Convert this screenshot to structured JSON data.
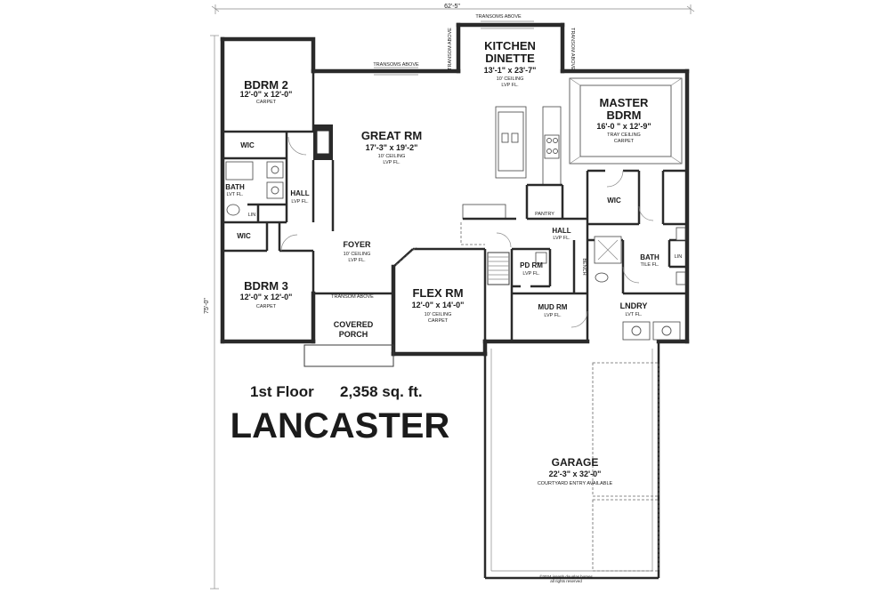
{
  "dims": {
    "width": "62'-5\"",
    "depth": "75'-0\""
  },
  "notes": {
    "transoms_above_top": "TRANSOMS ABOVE",
    "transoms_above_mid": "TRANSOMS ABOVE",
    "transom_above_left": "TRANSOM ABOVE",
    "transom_above_right": "TRANSOM ABOVE",
    "transom_above_foyer": "TRANSOM ABOVE",
    "copyright_1": "©2024 joseph douglas homes",
    "copyright_2": "all rights reserved"
  },
  "rooms": {
    "bdrm2": {
      "name": "BDRM 2",
      "dim": "12'-0\" x 12'-0\"",
      "note": "CARPET"
    },
    "bdrm3": {
      "name": "BDRM 3",
      "dim": "12'-0\" x 12'-0\"",
      "note": "CARPET"
    },
    "wic_top": {
      "name": "WIC"
    },
    "wic_bottom": {
      "name": "WIC"
    },
    "bath_left": {
      "name": "BATH",
      "note": "LVT FL."
    },
    "lin_left": {
      "name": "LIN"
    },
    "hall_left": {
      "name": "HALL",
      "note": "LVP FL."
    },
    "great_rm": {
      "name": "GREAT RM",
      "dim": "17'-3\" x 19'-2\"",
      "note1": "10' CEILING",
      "note2": "LVP FL."
    },
    "kitchen": {
      "name1": "KITCHEN",
      "name2": "DINETTE",
      "dim": "13'-1\" x 23'-7\"",
      "note1": "10' CEILING",
      "note2": "LVP FL."
    },
    "master": {
      "name1": "MASTER",
      "name2": "BDRM",
      "dim": "16'-0 \" x 12'-9\"",
      "note1": "TRAY CEILING",
      "note2": "CARPET"
    },
    "wic_master": {
      "name": "WIC"
    },
    "pantry": {
      "name": "PANTRY"
    },
    "foyer": {
      "name": "FOYER",
      "note1": "10' CEILING",
      "note2": "LVP FL."
    },
    "hall_center": {
      "name": "HALL",
      "note": "LVP FL."
    },
    "pd_rm": {
      "name": "PD RM",
      "note": "LVP FL."
    },
    "bench": {
      "name": "BENCH"
    },
    "bath_master": {
      "name": "BATH",
      "note": "TILE FL."
    },
    "lin_right": {
      "name": "LIN"
    },
    "flex_rm": {
      "name": "FLEX RM",
      "dim": "12'-0\" x 14'-0\"",
      "note1": "10' CEILING",
      "note2": "CARPET"
    },
    "mud_rm": {
      "name": "MUD RM",
      "note": "LVP FL."
    },
    "lndry": {
      "name": "LNDRY",
      "note": "LVT FL."
    },
    "covered_porch": {
      "name1": "COVERED",
      "name2": "PORCH"
    },
    "garage": {
      "name": "GARAGE",
      "dim": "22'-3\" x 32'-0\"",
      "note": "COURTYARD ENTRY AVAILABLE"
    }
  },
  "caption": {
    "floor": "1st Floor",
    "area": "2,358 sq. ft.",
    "model": "LANCASTER"
  }
}
